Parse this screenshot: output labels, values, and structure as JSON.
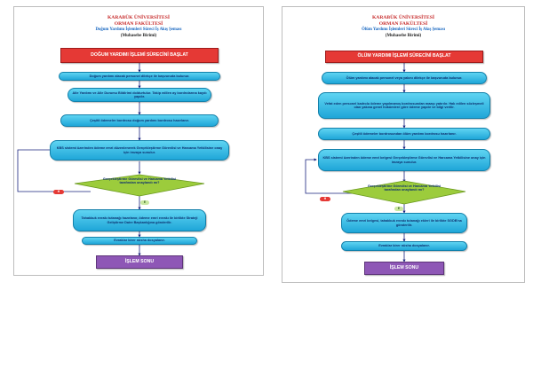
{
  "left": {
    "header": {
      "university": "KARABÜK ÜNİVERSİTESİ",
      "faculty": "ORMAN FAKÜLTESİ",
      "process": "Doğum Yardımı İşlemleri Süreci İş Akış Şeması",
      "unit": "(Muhasebe Birimi)"
    },
    "start": "DOĞUM YARDIMI İŞLEMİ SÜRECİNİ BAŞLAT",
    "steps": [
      "Doğum yardımı alacak personel dilekçe ile başvuruda bulunur.",
      "Aile Yardımı ve Aile Durumu Bildirimi doldurtulur. Takip edilen ay bordrolarına kaydı yapılır.",
      "Çeşitli ödemeler bordrosu doğum yardımı bordrosu hazırlanır.",
      "KBS sistemi üzerinden ödeme emri düzenlenerek Gerçekleştirme Görevlisi ve Harcama Yetkilisine onay için imzaya sunulur."
    ],
    "decision": "Gerçekleştirme Görevlisi ve Harcama Yetkilisi tarafından onaylandı mı?",
    "no_label": "H",
    "yes_label": "E",
    "after": [
      "Tahakkuk evrakı tutanağı hazırlanır, ödeme emri evrakı ile birlikte Strateji Geliştirme Daire Başkanlığına gönderilir.",
      "Evraklar birer nüsha dosyalanır."
    ],
    "end": "İŞLEM SONU"
  },
  "right": {
    "header": {
      "university": "KARABÜK ÜNİVERSİTESİ",
      "faculty": "ORMAN FAKÜLTESİ",
      "process": "Ölüm Yardımı İşlemleri Süreci İş Akış Şeması",
      "unit": "(Muhasebe Birimi)"
    },
    "start": "ÖLÜM YARDIMI İŞLEMİ SÜRECİNİ BAŞLAT",
    "steps": [
      "Ölüm yardımı alacak personel veya yakını dilekçe ile başvuruda bulunur.",
      "Vefat eden personel kadrolu ödeme yapılmamış bordrosundan maaşı yatırılır. Hak edilen sözleşmeli olan yakına genel hükümlere göre ödeme yapılır ve bilgi verilir.",
      "Çeşitli ödemeler bordrosundan ölüm yardımı bordrosu hazırlanır.",
      "KBS sistemi üzerinden ödeme emri belgesi Gerçekleştirme Görevlisi ve Harcama Yetkilisine onay için imzaya sunulur."
    ],
    "decision": "Gerçekleştirme Görevlisi ve Harcama Yetkilisi tarafından onaylandı mı?",
    "no_label": "H",
    "yes_label": "E",
    "after": [
      "Ödeme emri belgesi, tahakkuk evrakı tutanağı ekleri ile birlikte SGDB'na gönderilir.",
      "Evraklar birer nüsha dosyalanır."
    ],
    "end": "İŞLEM SONU"
  }
}
